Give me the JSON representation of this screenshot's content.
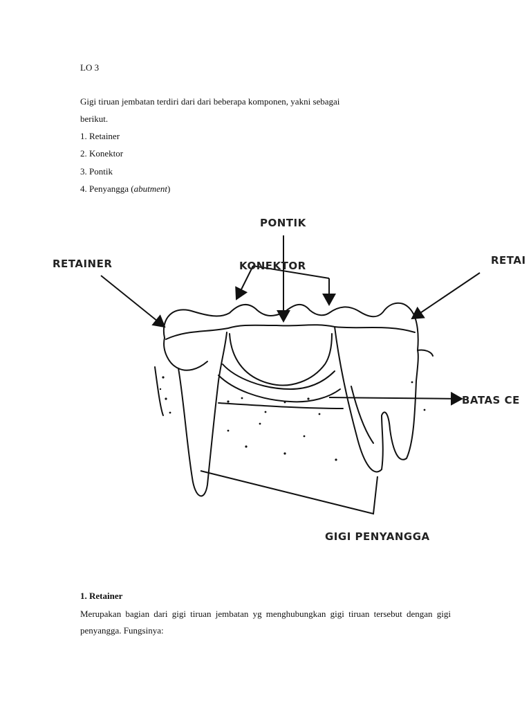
{
  "header": {
    "lo": "LO 3"
  },
  "intro": {
    "line1": "Gigi tiruan jembatan terdiri dari dari beberapa komponen, yakni sebagai",
    "line2": "berikut."
  },
  "components": [
    {
      "label": "1. Retainer"
    },
    {
      "label": "2. Konektor"
    },
    {
      "label": "3. Pontik"
    },
    {
      "prefix": "4. Penyangga (",
      "italic": "abutment",
      "suffix": ")"
    }
  ],
  "diagram": {
    "labels": {
      "pontik": "PONTIK",
      "konektor": "KONEKTOR",
      "retainer_left": "RETAINER",
      "retainer_right": "RETAI",
      "batas": "BATAS CE",
      "gigi_penyangga": "GIGI PENYANGGA"
    }
  },
  "section1": {
    "title": "1. Retainer",
    "body": "Merupakan bagian dari gigi tiruan jembatan yg menghubungkan gigi tiruan tersebut dengan gigi penyangga. Fungsinya:"
  }
}
